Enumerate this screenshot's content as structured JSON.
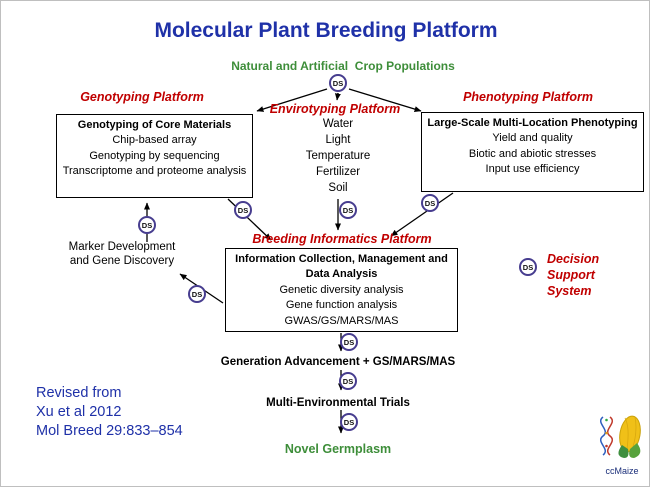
{
  "slide": {
    "title": "Molecular Plant Breeding Platform",
    "subtitle": "Natural and Artificial  Crop Populations"
  },
  "ds": {
    "label": "DS"
  },
  "platforms": {
    "genotyping": {
      "heading": "Genotyping Platform",
      "box_title": "Genotyping of Core Materials",
      "items": [
        "Chip-based array",
        "Genotyping by sequencing",
        "Transcriptome and proteome analysis"
      ]
    },
    "envirotyping": {
      "heading": "Envirotyping Platform",
      "items": [
        "Water",
        "Light",
        "Temperature",
        "Fertilizer",
        "Soil"
      ]
    },
    "phenotyping": {
      "heading": "Phenotyping Platform",
      "box_title": "Large-Scale Multi-Location Phenotyping",
      "items": [
        "Yield and quality",
        "Biotic and abiotic stresses",
        "Input use efficiency"
      ]
    },
    "breeding": {
      "heading": "Breeding Informatics Platform",
      "box_title": "Information Collection, Management and Data Analysis",
      "items": [
        "Genetic diversity analysis",
        "Gene function analysis",
        "GWAS/GS/MARS/MAS"
      ]
    }
  },
  "notes": {
    "marker_development": "Marker Development and Gene Discovery",
    "decision_support": "Decision Support System"
  },
  "flow": {
    "generation": "Generation Advancement + GS/MARS/MAS",
    "trials": "Multi-Environmental Trials",
    "germplasm": "Novel Germplasm"
  },
  "citation": {
    "line1": "Revised from",
    "line2": "Xu et al 2012",
    "line3": "Mol Breed 29:833–854"
  },
  "logo": {
    "label": "ccMaize"
  },
  "colors": {
    "title_blue": "#1f31a8",
    "green": "#3e8e3a",
    "red": "#c00000",
    "ds_ring": "#473d8f"
  }
}
